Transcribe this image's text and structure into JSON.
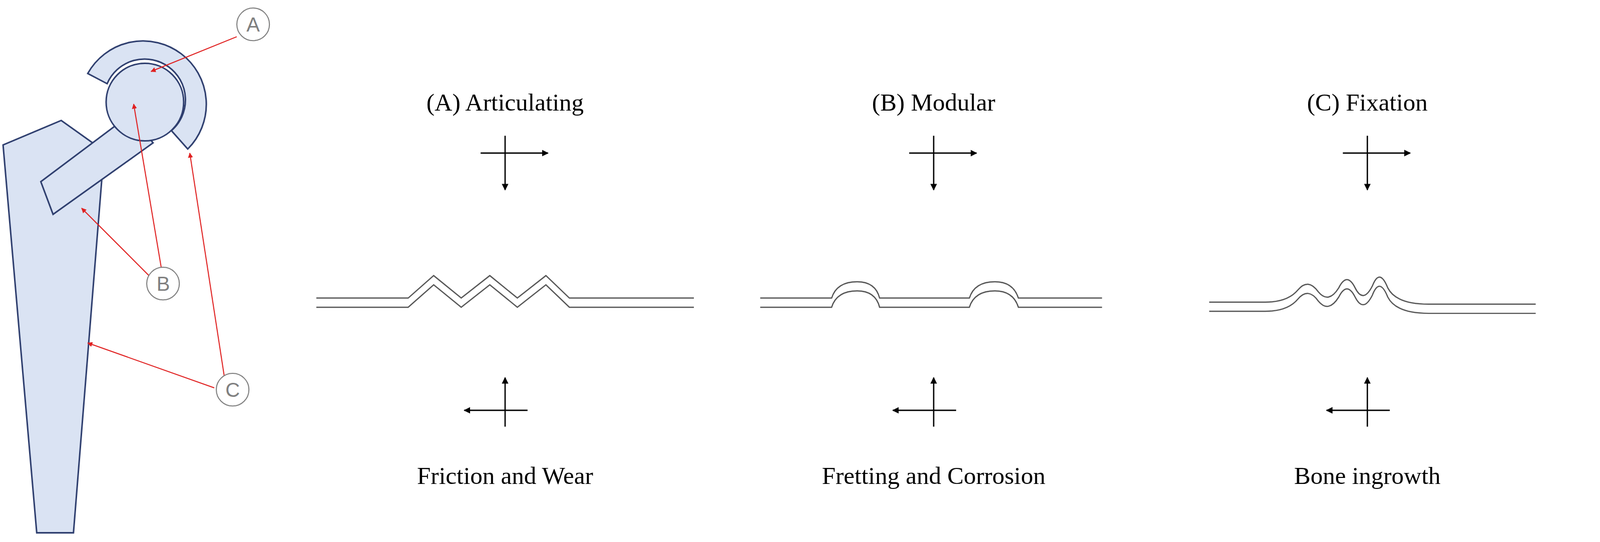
{
  "diagram": {
    "nodes": [
      {
        "text": [
          "A"
        ]
      },
      {
        "text": [
          "B"
        ]
      },
      {
        "text": [
          "C"
        ]
      }
    ],
    "labels": [
      "(A) Articulating",
      "(B) Modular",
      "(C) Fixation",
      "Friction and Wear",
      "Fretting and Corrosion",
      "Bone ingrowth"
    ]
  }
}
